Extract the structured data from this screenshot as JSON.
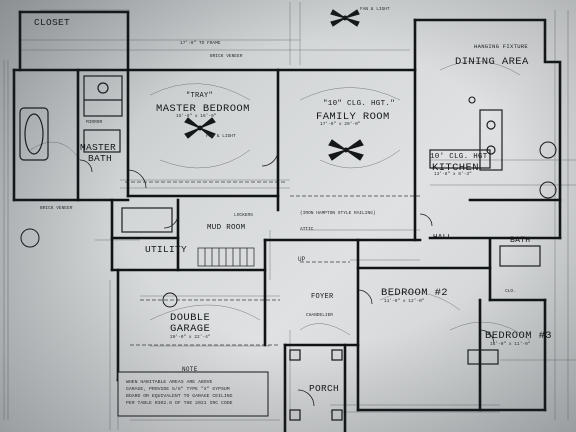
{
  "rooms": {
    "closet": "CLOSET",
    "tray": "\"TRAY\"",
    "master_bedroom": "MASTER BEDROOM",
    "family_ceiling": "\"10\" CLG. HGT.\"",
    "family_room": "FAMILY ROOM",
    "dining_area": "DINING AREA",
    "master_line1": "MASTER",
    "master_line2": "BATH",
    "kitchen_ceiling": "10' CLG. HGT.",
    "kitchen": "KITCHEN",
    "mud_room": "MUD ROOM",
    "utility": "UTILITY",
    "hall": "HALL",
    "bath": "BATH",
    "bedroom2": "BEDROOM #2",
    "double_line1": "DOUBLE",
    "double_line2": "GARAGE",
    "foyer": "FOYER",
    "porch": "PORCH",
    "bedroom3": "BEDROOM #3",
    "note_title": "NOTE"
  },
  "annotations": {
    "hanging_fixture": "HANGING FIXTURE",
    "fan_light_1": "FAN & LIGHT",
    "fan_light_2": "FAN & LIGHT",
    "mirror": "MIRROR",
    "beam_note": "(IRON HAMPTON STYLE RAILING)",
    "brick_veneer_1": "BRICK VENEER",
    "brick_veneer_2": "BRICK VENEER",
    "lockers": "LOCKERS",
    "up": "UP",
    "chandelier": "CHANDELIER",
    "attic": "ATTIC",
    "cloc": "CLO.",
    "dim_top": "17'-0\" TO FRAME",
    "dim_mb": "15'-0\" x 16'-0\"",
    "dim_fr": "17'-0\" x 20'-0\"",
    "dim_kit": "13'-8\" x 8'-3\"",
    "dim_gar": "20'-0\" x 22'-4\"",
    "dim_br2": "11'-0\" x 12'-0\"",
    "dim_br3": "11'-0\" x 11'-0\"",
    "note_body_1": "WHEN HABITABLE AREAS ARE ABOVE",
    "note_body_2": "GARAGE, PROVIDE 5/8\" TYPE \"X\" GYPSUM",
    "note_body_3": "BOARD OR EQUIVALENT TO GARAGE CEILING",
    "note_body_4": "PER TABLE R302.6 OF THE 2021 IRC CODE"
  }
}
